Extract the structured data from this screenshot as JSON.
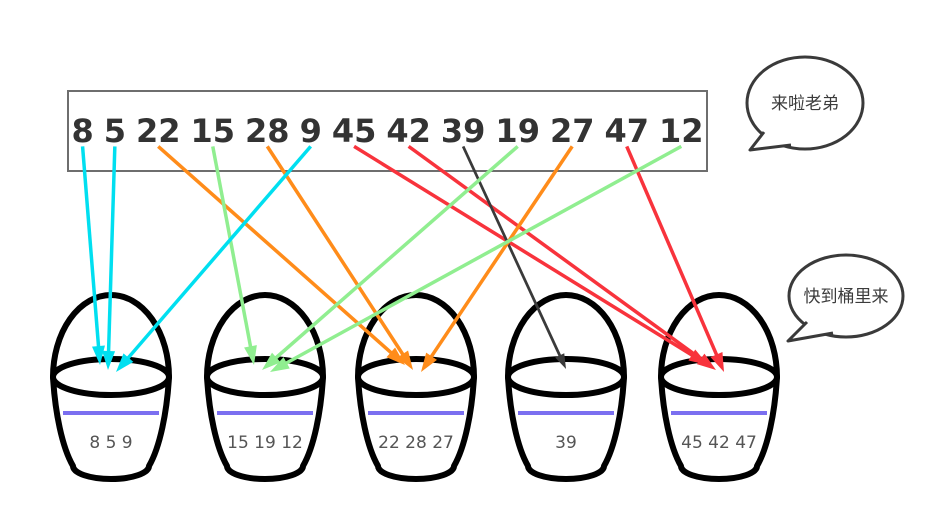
{
  "diagram_title": "bucket sort distribution diagram",
  "array_box": {
    "numbers": [
      "8",
      "5",
      "22",
      "15",
      "28",
      "9",
      "45",
      "42",
      "39",
      "19",
      "27",
      "47",
      "12"
    ]
  },
  "buckets": [
    {
      "label": "8 5 9"
    },
    {
      "label": "15 19 12"
    },
    {
      "label": "22 28 27"
    },
    {
      "label": "39"
    },
    {
      "label": "45 42 47"
    }
  ],
  "arrows": [
    {
      "number": "8",
      "number_index": 0,
      "bucket_index": 0,
      "color": "cyan"
    },
    {
      "number": "5",
      "number_index": 1,
      "bucket_index": 0,
      "color": "cyan"
    },
    {
      "number": "22",
      "number_index": 2,
      "bucket_index": 2,
      "color": "orange"
    },
    {
      "number": "15",
      "number_index": 3,
      "bucket_index": 1,
      "color": "green"
    },
    {
      "number": "28",
      "number_index": 4,
      "bucket_index": 2,
      "color": "orange"
    },
    {
      "number": "9",
      "number_index": 5,
      "bucket_index": 0,
      "color": "cyan"
    },
    {
      "number": "45",
      "number_index": 6,
      "bucket_index": 4,
      "color": "red"
    },
    {
      "number": "42",
      "number_index": 7,
      "bucket_index": 4,
      "color": "red"
    },
    {
      "number": "39",
      "number_index": 8,
      "bucket_index": 3,
      "color": "black"
    },
    {
      "number": "19",
      "number_index": 9,
      "bucket_index": 1,
      "color": "green"
    },
    {
      "number": "27",
      "number_index": 10,
      "bucket_index": 2,
      "color": "orange"
    },
    {
      "number": "47",
      "number_index": 11,
      "bucket_index": 4,
      "color": "red"
    },
    {
      "number": "12",
      "number_index": 12,
      "bucket_index": 1,
      "color": "green"
    }
  ],
  "speech_bubbles": [
    {
      "text": "来啦老弟"
    },
    {
      "text": "快到桶里来"
    }
  ],
  "colors": {
    "cyan": "#00dff0",
    "green": "#90ee90",
    "orange": "#ff8c1a",
    "red": "#f8333c",
    "black": "#3a3a3a",
    "water_line": "#7b6ff0",
    "bucket_stroke": "#000000",
    "number_text": "#333333",
    "bucket_label_text": "#555555",
    "box_border": "#6e6e6e",
    "bubble_stroke": "#3a3a3a"
  }
}
